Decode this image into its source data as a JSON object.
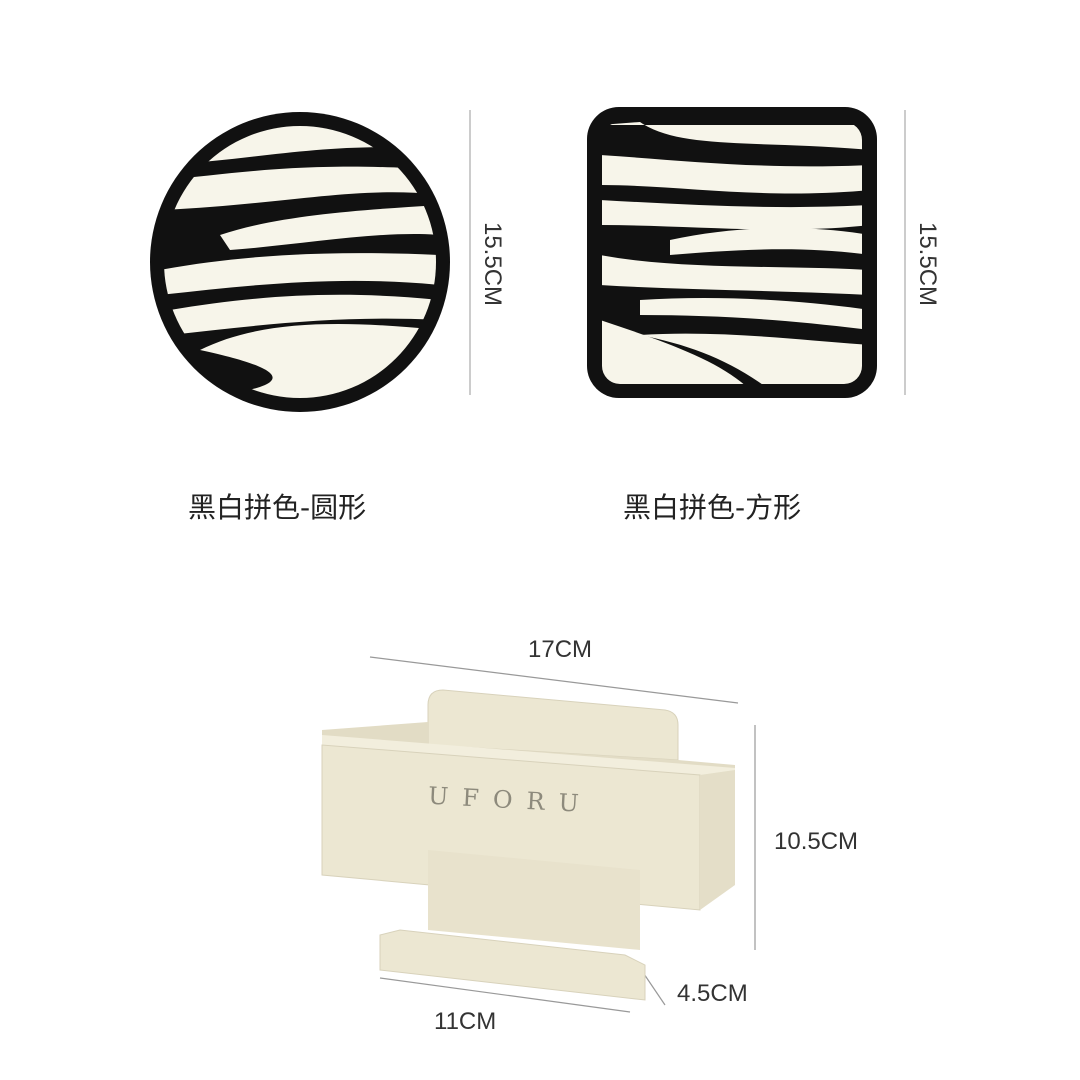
{
  "products": [
    {
      "caption": "黑白拼色-圆形",
      "height_label": "15.5CM"
    },
    {
      "caption": "黑白拼色-方形",
      "height_label": "15.5CM"
    }
  ],
  "holder": {
    "brand": "UFORU",
    "width_label": "17CM",
    "height_label": "10.5CM",
    "depth_label": "4.5CM",
    "bottom_label": "11CM"
  },
  "colors": {
    "black": "#111111",
    "cream": "#ece7d2",
    "insert": "#f7f5ea"
  }
}
